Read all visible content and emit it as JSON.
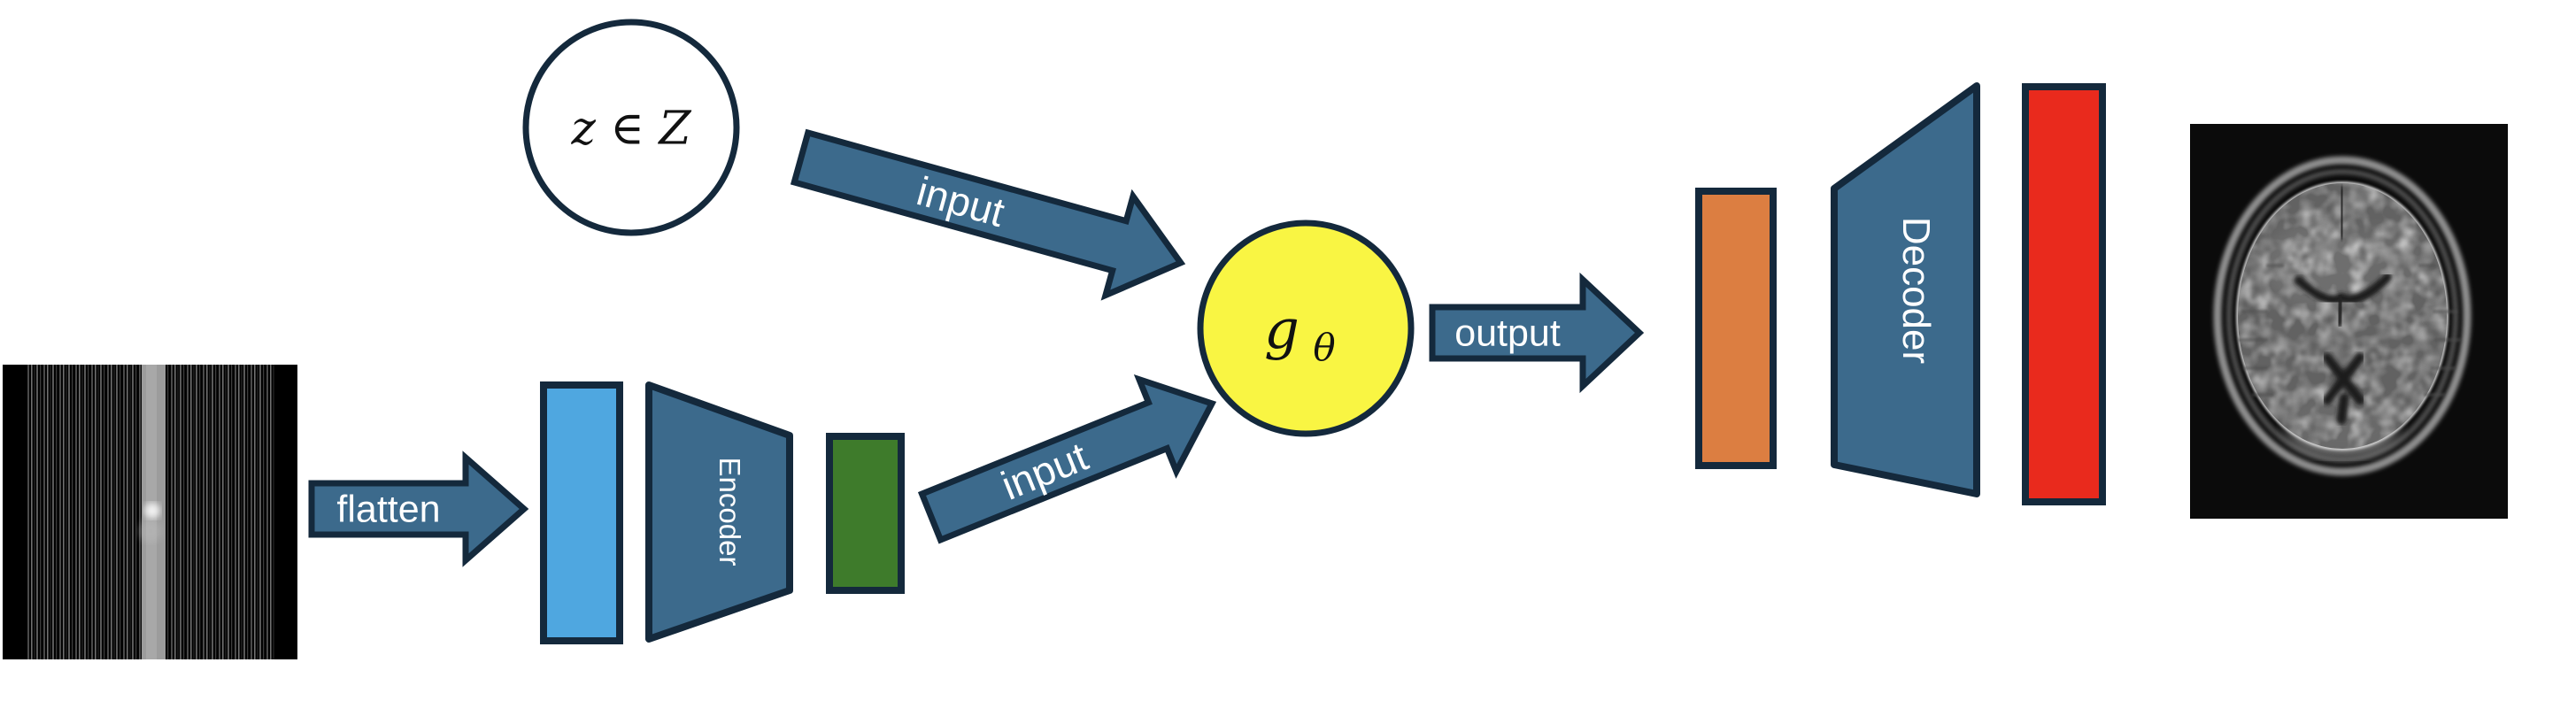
{
  "diagram": {
    "nodes": {
      "latent": {
        "label": "z ∈ Z"
      },
      "generator": {
        "label_main": "g",
        "label_sub": "θ"
      },
      "encoder": {
        "label": "Encoder"
      },
      "decoder": {
        "label": "Decoder"
      }
    },
    "arrows": {
      "flatten": {
        "label": "flatten"
      },
      "input_top": {
        "label": "input"
      },
      "input_bottom": {
        "label": "input"
      },
      "output": {
        "label": "output"
      }
    },
    "images": {
      "kspace": {
        "description": "undersampled k-space / striped measurement image"
      },
      "mri": {
        "description": "reconstructed axial brain MRI slice"
      }
    },
    "colors": {
      "background": "#ffffff",
      "arrow_fill": "#3c6a8c",
      "outline": "#14293c",
      "latent_fill": "#ffffff",
      "generator_fill": "#f9f543",
      "input_vector": "#4fa7e0",
      "code_vector": "#3e7b2b",
      "decoder_input_vector": "#dc7e41",
      "output_vector": "#e92a1d"
    }
  }
}
